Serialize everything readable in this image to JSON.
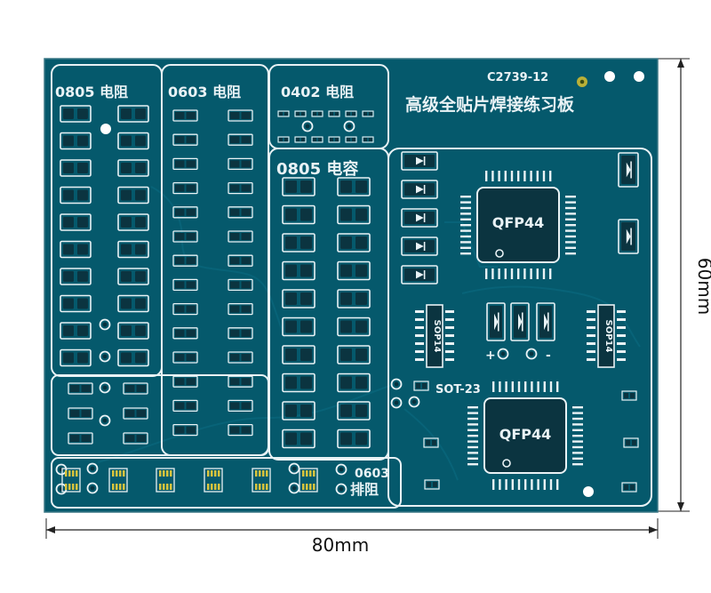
{
  "board": {
    "part_code": "C2739-12",
    "title_cn": "高级全贴片焊接练习板",
    "sections": {
      "res0805": "0805 电阻",
      "res0603": "0603 电阻",
      "res0402": "0402 电阻",
      "cap0805": "0805 电容",
      "qfp_top": "QFP44",
      "qfp_bottom": "QFP44",
      "sop_left": "SOP14",
      "sop_right": "SOP14",
      "sot23": "SOT-23",
      "array_size": "0603",
      "array_label_cn": "排阻"
    },
    "polarity": {
      "plus": "+",
      "minus": "-"
    }
  },
  "dimensions": {
    "width_label": "80mm",
    "height_label": "60mm"
  },
  "colors": {
    "background": "#ffffff",
    "pcb_fill": "#05596c",
    "silkscreen": "#e9f2f5",
    "pad_fill": "#0b3440",
    "dimension_line": "#222222"
  }
}
